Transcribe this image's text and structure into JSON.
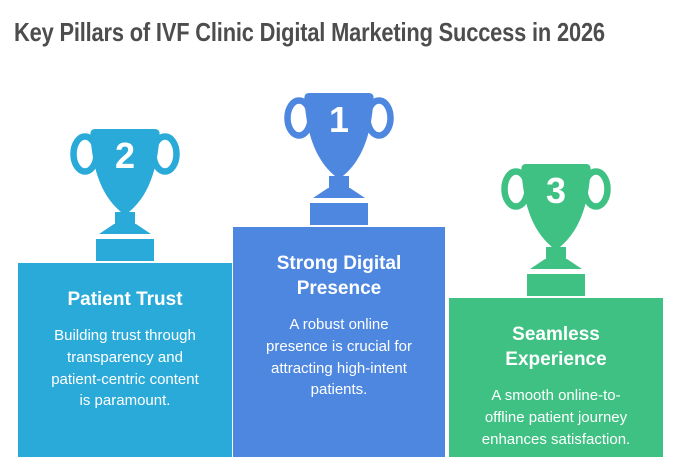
{
  "title": "Key Pillars of IVF Clinic Digital Marketing Success in 2026",
  "colors": {
    "title_text": "#4d4d4d",
    "pillar_left": "#2aaad9",
    "pillar_middle": "#4e87e0",
    "pillar_right": "#3ec183",
    "text_on_pillar": "#ffffff",
    "background": "#ffffff"
  },
  "pillars": [
    {
      "position": "left",
      "rank": "2",
      "heading": "Patient Trust",
      "body": "Building trust through\ntransparency and\npatient-centric content\nis paramount."
    },
    {
      "position": "middle",
      "rank": "1",
      "heading": "Strong Digital\nPresence",
      "body": "A robust online\npresence is crucial for\nattracting high-intent\npatients."
    },
    {
      "position": "right",
      "rank": "3",
      "heading": "Seamless\nExperience",
      "body": "A smooth online-to-\noffline patient journey\nenhances satisfaction."
    }
  ]
}
